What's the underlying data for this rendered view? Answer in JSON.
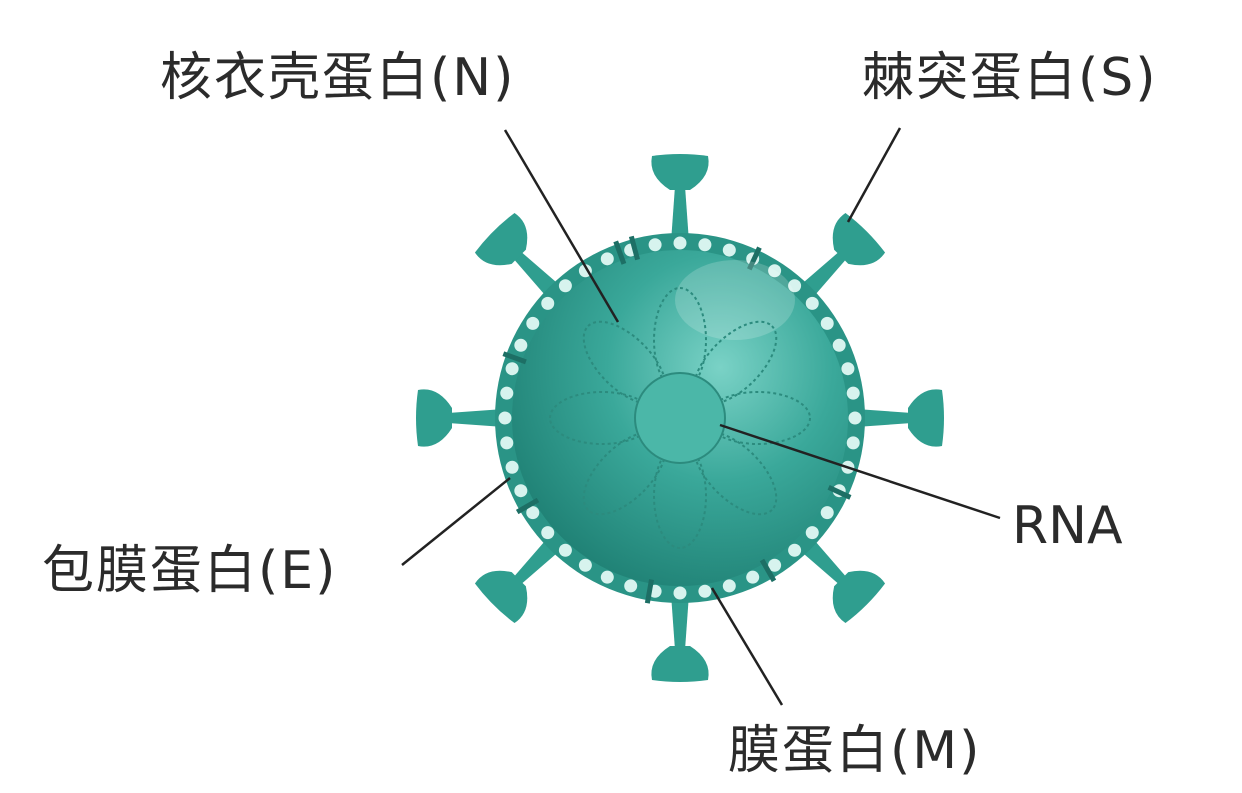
{
  "labels": {
    "nucleocapsid": "核衣壳蛋白(N)",
    "spike": "棘突蛋白(S)",
    "rna": "RNA",
    "envelope": "包膜蛋白(E)",
    "membrane": "膜蛋白(M)"
  },
  "colors": {
    "virus_body": "#3aa89a",
    "virus_dark": "#1f7f72",
    "membrane_dots": "#d7f3ee",
    "spike": "#2f9e8f",
    "leader_line": "#222222",
    "text": "#2b2b2b"
  }
}
